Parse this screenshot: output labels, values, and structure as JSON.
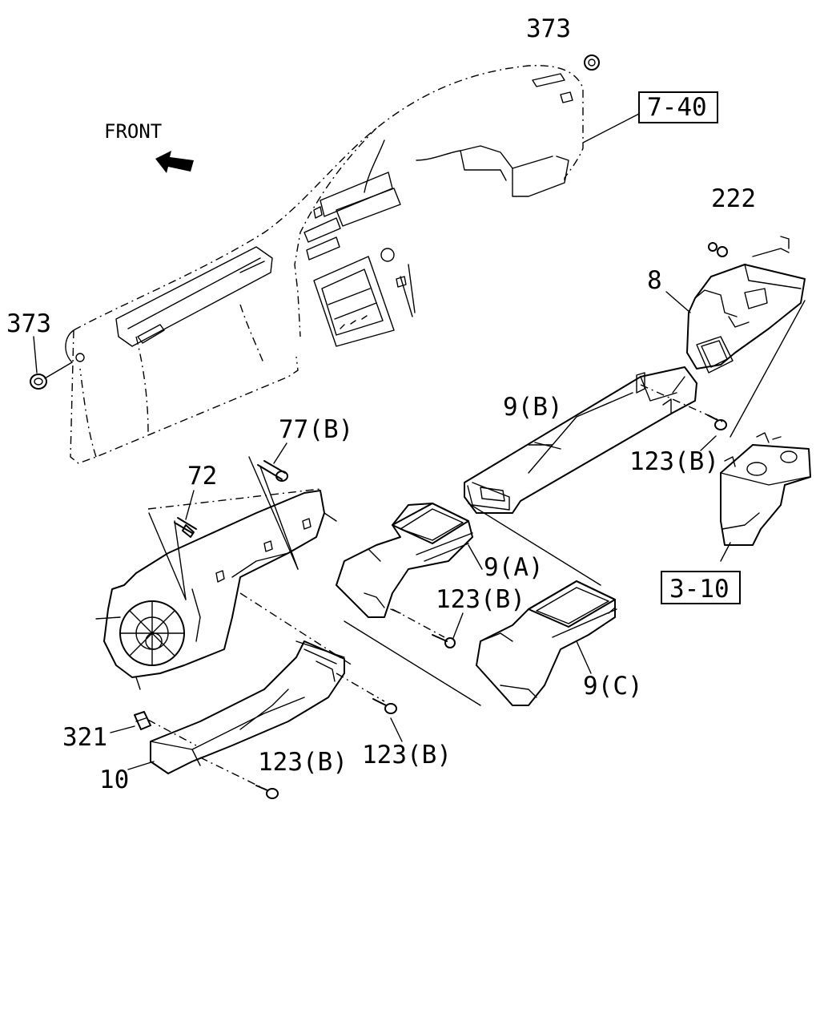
{
  "labels": {
    "front": "FRONT",
    "p373_top": "373",
    "p373_left": "373",
    "ref_7_40": "7-40",
    "p222": "222",
    "p8": "8",
    "p9b": "9(B)",
    "p77b": "77(B)",
    "p72": "72",
    "p123b_right": "123(B)",
    "p9a": "9(A)",
    "p123b_mid": "123(B)",
    "ref_3_10": "3-10",
    "p9c": "9(C)",
    "p321": "321",
    "p123b_lower": "123(B)",
    "p123b_bottom": "123(B)",
    "p10": "10"
  },
  "icons": {
    "front_arrow": "front-direction-arrow-icon"
  }
}
